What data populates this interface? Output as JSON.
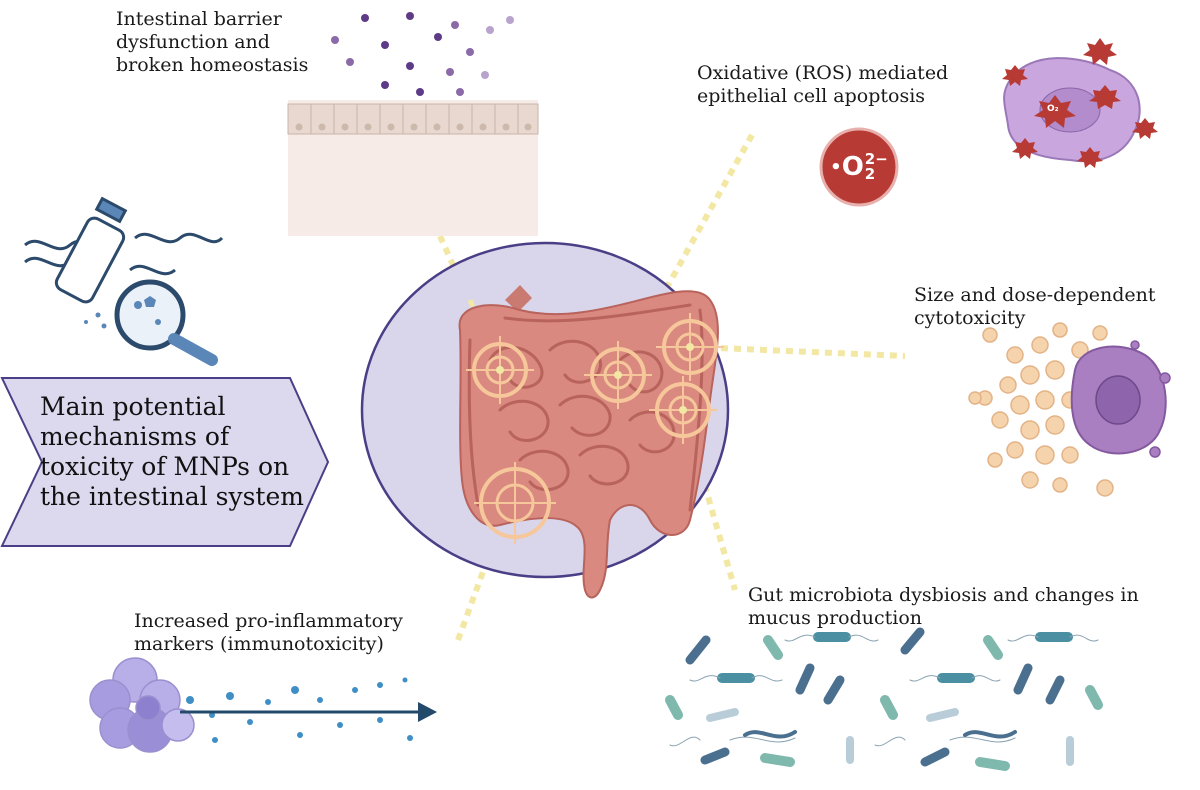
{
  "title": {
    "lines": [
      "Main potential",
      "mechanisms of",
      "toxicity of MNPs on",
      "the intestinal system"
    ]
  },
  "mechanisms": {
    "barrier": {
      "lines": [
        "Intestinal barrier",
        "dysfunction and",
        "broken homeostasis"
      ]
    },
    "ros": {
      "lines": [
        "Oxidative (ROS) mediated",
        "epithelial cell apoptosis"
      ]
    },
    "size": {
      "lines": [
        "Size and dose-dependent",
        "cytotoxicity"
      ]
    },
    "inflammation": {
      "lines": [
        "Increased pro-inflammatory",
        "markers (immunotoxicity)"
      ]
    },
    "microbiota": {
      "lines": [
        "Gut microbiota dysbiosis and changes in",
        "mucus production"
      ]
    }
  },
  "superoxide": {
    "symbol": "O",
    "charge": "2−",
    "subscript": "2",
    "radical_dot": "•"
  },
  "cell_o2_label": "O₂",
  "colors": {
    "ellipse_fill": "#d9d6ec",
    "ellipse_stroke": "#4a3f86",
    "title_box_fill": "#dcd9ee",
    "title_box_stroke": "#4a3f86",
    "intestine": "#d9897f",
    "intestine_dark": "#b8635c",
    "target": "#f6c79b",
    "dotted_line": "#f2e7a3",
    "superoxide": "#b83a34",
    "cell_purple": "#c9a6dd",
    "bacteria_teal": "#7fb8ad",
    "bacteria_blue": "#4b6f8f",
    "arrow": "#234a6b"
  }
}
